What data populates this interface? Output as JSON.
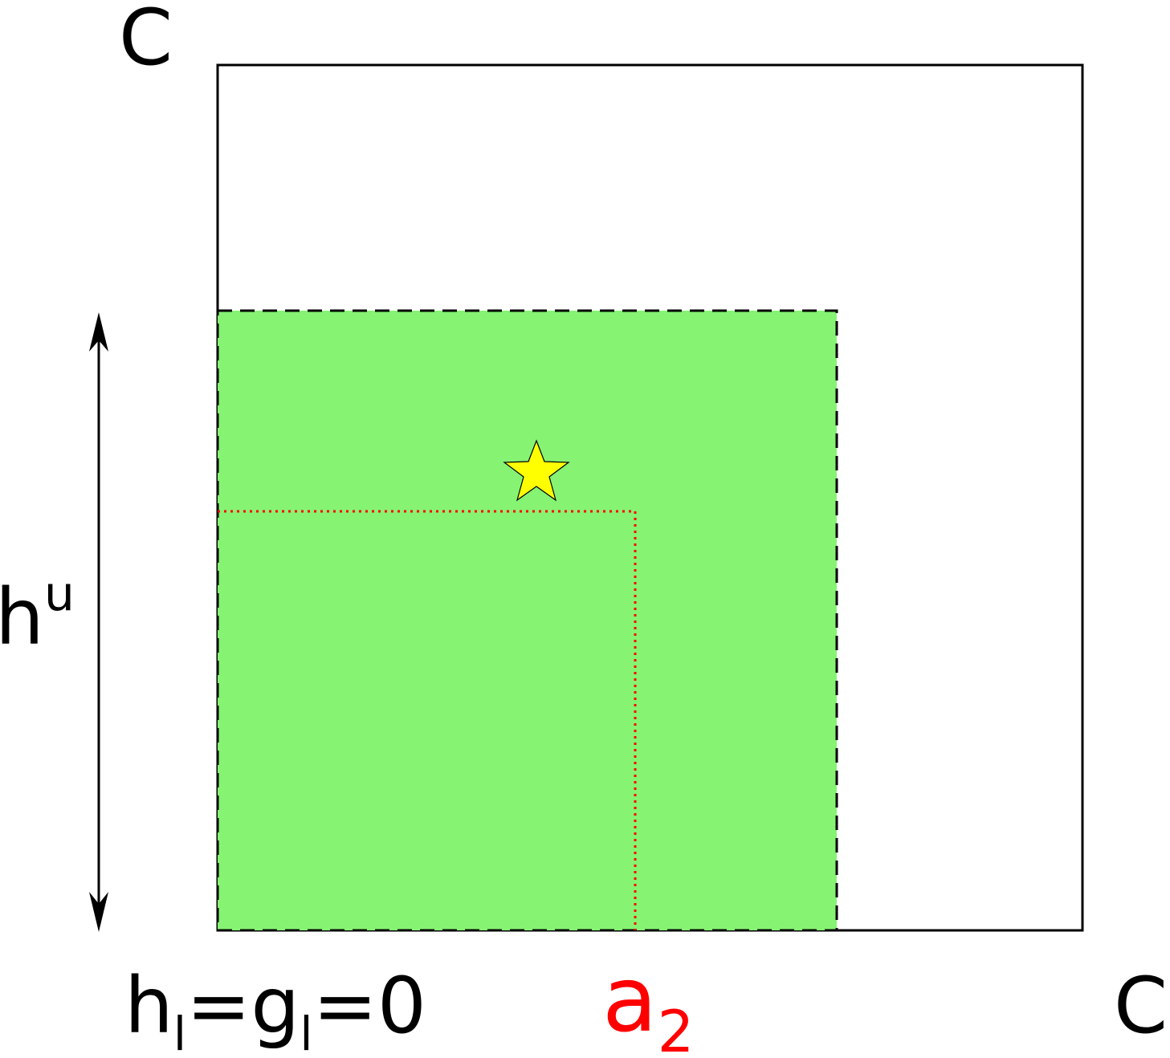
{
  "labels": {
    "top_left": "C",
    "bottom_right": "C",
    "vertical_base": "h",
    "vertical_sup": "u",
    "origin_h": "h",
    "origin_h_sub": "l",
    "origin_eq1": "=",
    "origin_g": "g",
    "origin_g_sub": "l",
    "origin_eq2": "=0",
    "marker_base": "a",
    "marker_sub": "2"
  },
  "colors": {
    "region_fill": "#86f373",
    "marker_color": "#ff0000",
    "star_fill": "#ffff00",
    "outline": "#000000"
  },
  "icons": {
    "point_marker": "star-icon",
    "extent_arrow": "double-arrow-icon"
  }
}
